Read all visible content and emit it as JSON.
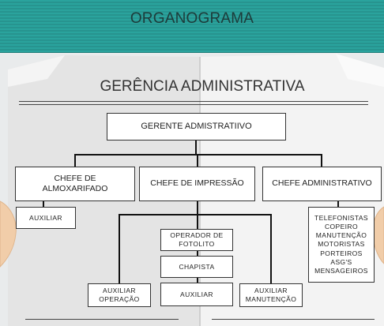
{
  "header": {
    "title": "ORGANOGRAMA"
  },
  "section": {
    "title": "GERÊNCIA ADMINISTRATIVA"
  },
  "colors": {
    "header_band": "#2aa39d",
    "page_background": "#e9ebec",
    "box_fill": "#ffffff",
    "lines": "#111111"
  },
  "org": {
    "manager": "GERENTE ADMISTRATIIVO",
    "heads": {
      "warehouse": "CHEFE DE ALMOXARIFADO",
      "printing": "CHEFE DE IMPRESSÃO",
      "administrative": "CHEFE ADMINISTRATIVO"
    },
    "warehouse_staff": "AUXILIAR",
    "printing_staff": {
      "photolith_operator": "OPERADOR DE FOTOLITO",
      "plate_maker": "CHAPISTA",
      "operation_assistant": "AUXILIAR OPERAÇÃO",
      "assistant": "AUXILIAR",
      "maintenance_assistant": "AUXILIAR MANUTENÇÃO"
    },
    "administrative_staff": [
      "TELEFONISTAS",
      "COPEIRO",
      "MANUTENÇÃO",
      "MOTORISTAS",
      "PORTEIROS",
      "ASG'S",
      "MENSAGEIROS"
    ]
  }
}
